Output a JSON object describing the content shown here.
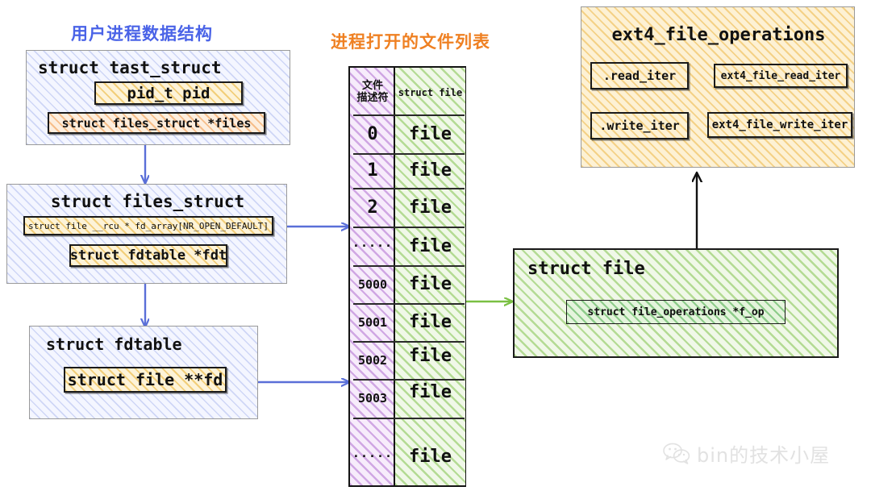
{
  "titles": {
    "left": "用户进程数据结构",
    "middle": "进程打开的文件列表"
  },
  "task_struct": {
    "header": "struct  tast_struct",
    "field_pid": "pid_t  pid",
    "field_files": "struct  files_struct *files"
  },
  "files_struct": {
    "header": "struct files_struct",
    "field_fd_array": "struct file __rcu * fd_array[NR_OPEN_DEFAULT]",
    "field_fdt": "struct fdtable *fdt"
  },
  "fdtable": {
    "header": "struct fdtable",
    "field_fd": "struct file **fd"
  },
  "fd_table": {
    "col_fd_header": "文件\n描述符",
    "col_fd_header_line1": "文件",
    "col_fd_header_line2": "描述符",
    "col_file_header": "struct file",
    "rows": [
      {
        "fd": "0",
        "file": "file"
      },
      {
        "fd": "1",
        "file": "file"
      },
      {
        "fd": "2",
        "file": "file"
      },
      {
        "fd": "·····",
        "file": "file"
      },
      {
        "fd": "5000",
        "file": "file"
      },
      {
        "fd": "5001",
        "file": "file"
      },
      {
        "fd": "5002",
        "file": "file"
      },
      {
        "fd": "5003",
        "file": "file"
      },
      {
        "fd": "·····",
        "file": "file"
      }
    ]
  },
  "struct_file": {
    "header": "struct file",
    "field_f_op": "struct file_operations  *f_op"
  },
  "ext4_ops": {
    "header": "ext4_file_operations",
    "entries": [
      {
        "key": ".read_iter",
        "value": "ext4_file_read_iter"
      },
      {
        "key": ".write_iter",
        "value": "ext4_file_write_iter"
      }
    ]
  },
  "watermark": {
    "text": "bin的技术小屋"
  },
  "colors": {
    "title_blue": "#4a63e7",
    "title_orange": "#ef8022",
    "arrow_blue": "#5a6fd8",
    "arrow_green": "#7ac043",
    "arrow_black": "#111111"
  }
}
